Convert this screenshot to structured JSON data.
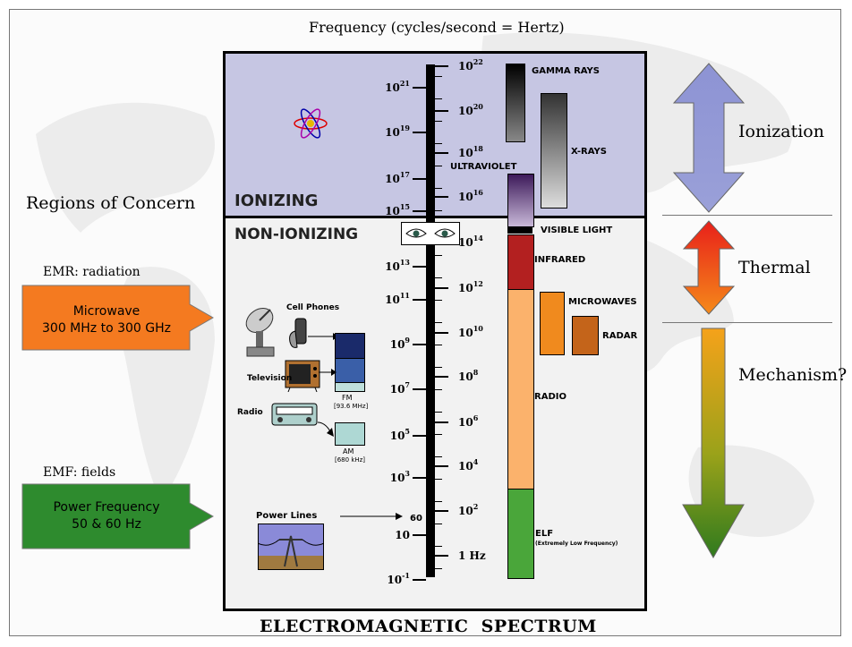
{
  "title": "Frequency (cycles/second = Hertz)",
  "footer": "ELECTROMAGNETIC  SPECTRUM",
  "regions_label": "Regions of Concern",
  "band_labels": {
    "ionizing": "IONIZING",
    "non_ionizing": "NON-IONIZING"
  },
  "left_ticks": [
    {
      "base": "10",
      "exp": "21"
    },
    {
      "base": "10",
      "exp": "19"
    },
    {
      "base": "10",
      "exp": "17"
    },
    {
      "base": "10",
      "exp": "15"
    },
    {
      "base": "10",
      "exp": "13"
    },
    {
      "base": "10",
      "exp": "11"
    },
    {
      "base": "10",
      "exp": "9"
    },
    {
      "base": "10",
      "exp": "7"
    },
    {
      "base": "10",
      "exp": "5"
    },
    {
      "base": "10",
      "exp": "3"
    },
    {
      "base": "10",
      "exp": ""
    },
    {
      "base": "10",
      "exp": "-1"
    }
  ],
  "right_ticks": [
    {
      "base": "10",
      "exp": "22"
    },
    {
      "base": "10",
      "exp": "20"
    },
    {
      "base": "10",
      "exp": "18"
    },
    {
      "base": "10",
      "exp": "16"
    },
    {
      "base": "10",
      "exp": "14"
    },
    {
      "base": "10",
      "exp": "12"
    },
    {
      "base": "10",
      "exp": "10"
    },
    {
      "base": "10",
      "exp": "8"
    },
    {
      "base": "10",
      "exp": "6"
    },
    {
      "base": "10",
      "exp": "4"
    },
    {
      "base": "10",
      "exp": "2"
    },
    {
      "base": "1 Hz",
      "exp": ""
    }
  ],
  "spectrum_labels": {
    "gamma": "GAMMA RAYS",
    "xray": "X-RAYS",
    "uv": "ULTRAVIOLET",
    "visible": "VISIBLE LIGHT",
    "infrared": "INFRARED",
    "microwaves": "MICROWAVES",
    "radar": "RADAR",
    "radio": "RADIO",
    "elf": "ELF",
    "elf_sub": "(Extremely Low Frequency)"
  },
  "devices": {
    "cell": "Cell Phones",
    "tv": "Television",
    "radio": "Radio",
    "power": "Power Lines",
    "fm": "FM",
    "fm_freq": "[93.6 MHz]",
    "am": "AM",
    "am_freq": "[680 kHz]",
    "sixty": "60"
  },
  "mechanisms": {
    "ionization": "Ionization",
    "thermal": "Thermal",
    "mechanism": "Mechanism?"
  },
  "emr": {
    "header": "EMR:  radiation",
    "line1": "Microwave",
    "line2": "300 MHz to 300 GHz",
    "color": "#f47a20"
  },
  "emf": {
    "header": "EMF:  fields",
    "line1": "Power Frequency",
    "line2": "50 & 60 Hz",
    "color": "#2e8b2e"
  }
}
